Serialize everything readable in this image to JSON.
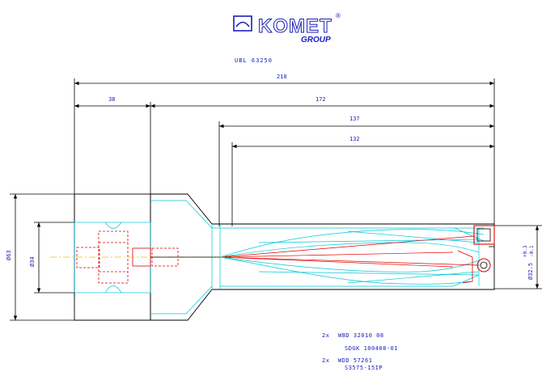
{
  "logo": {
    "brand": "KOMET",
    "group": "GROUP",
    "registered": "®"
  },
  "drawing": {
    "part_number": "UBL 63250",
    "dimensions": {
      "overall_length": "210",
      "shank_length": "38",
      "body_length": "172",
      "flute_length_1": "137",
      "flute_length_2": "132",
      "shank_outer_diameter": "Ø63",
      "shank_diameter": "Ø34",
      "drill_diameter": "Ø32.5",
      "tolerance_upper": "+0.3",
      "tolerance_lower": "-0.1"
    },
    "parts_list": [
      {
        "qty": "2x",
        "code": "WBD 32010 08"
      },
      {
        "qty": "",
        "code": "SDGK 100408-01"
      },
      {
        "qty": "2x",
        "code": "WDD 57261"
      },
      {
        "qty": "",
        "code": "S3575-15IP"
      }
    ]
  },
  "colors": {
    "outline": "#000000",
    "logo": "#1a20b8",
    "dimension_text": "#1a20b8",
    "hidden_lines": "#00c8d8",
    "insert_red": "#e00000",
    "centerline": "#e6c200"
  }
}
